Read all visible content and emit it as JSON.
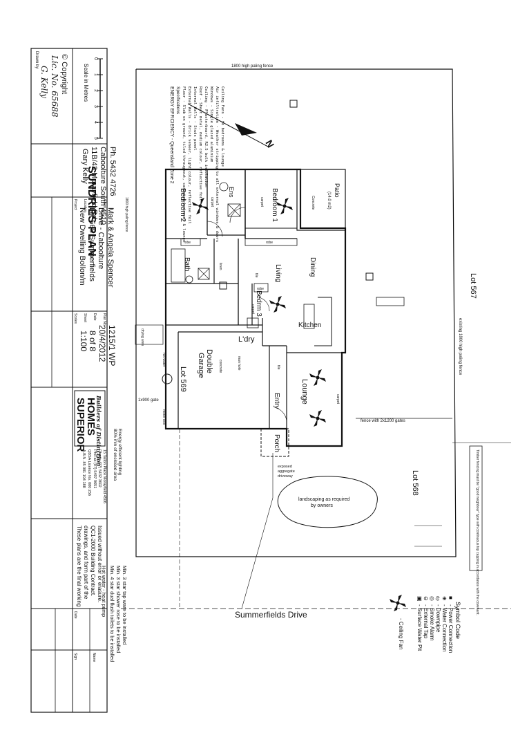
{
  "title_block": {
    "drawn_by_label": "Drawn by",
    "drawn_by": "G. Kelly",
    "lic_no": "Lic. No. 65688",
    "copyright": "© Copyright",
    "designer_name": "Gary Kelly",
    "designer_addr1": "11B/43 Morayfield Rd",
    "designer_addr2": "Caboolture South 4510",
    "designer_phone": "Ph. 5432 4726",
    "scale_label": "Scale in Metres",
    "scale_ticks": [
      "0",
      "1",
      "2",
      "3",
      "4",
      "5"
    ],
    "drawing_title": "SUNDRIES PLAN",
    "project_label": "Project",
    "project": "New Dwelling Bollon/m",
    "location_label": "Location",
    "location1": "Lot 568 Summerfields",
    "location2": "Drive - Caboolture",
    "client_label": "Client",
    "client": "Mark & Angela Spencer",
    "scales_label": "Scales",
    "scale": "1:100",
    "sheet_label": "Sheet",
    "sheet": "8 of 8",
    "date_label": "Date",
    "date": "20/4/2012",
    "plan_no_label": "Plan No.",
    "plan_no": "1215/1 WP",
    "builder1": "SUPERIOR",
    "builder2": "HOMES",
    "builder3": "Builders of Distinction",
    "builder_addr": "15 Tallon Place Morayfield 4506",
    "builder_phone": "Phone (07) 5432 3602",
    "builder_fax": "Ph/Fax (07) 5497 9651",
    "qbsa": "QBSA Licence No. 080 256",
    "abn": "A.B.N. 85 081 194 188",
    "note1": "These plans are the final working",
    "note2": "drawings, and form part of the",
    "note3": "QC1-2000 Building Contract.",
    "note4": "Issued without error or erasure.",
    "sign_label": "Sign",
    "name_label": "Name",
    "date2_label": "Date"
  },
  "energy": {
    "heading": "ENERGY EFFICIENCY - Queensland Zone 2",
    "specs_label": "Specifications",
    "rows": [
      "Floor          - Slab on ground, tiled throughout, carpeted bedrooms & lounge",
      "External Walls - Brick veneer, light colour, reflective foil",
      "Internal Walls - Studs panel",
      "Roof           - Sheet metal, medium colour, reflective foil",
      "Ceiling        - Plasterboard, R2.5 bulk insulation",
      "Windows        - Single glazed aluminium",
      "Air infiltration - Weather stripping to all external windows & doors",
      "Ceiling Fans   - to bedrooms & lounge"
    ]
  },
  "site": {
    "top_fence": "1800 high paling fence",
    "left_fence": "1800 high paling fence",
    "lot_567": "Lot 567",
    "lot_569": "Lot 569",
    "lot_568": "Lot 568",
    "existing_fence": "existing 1800 high paling fence",
    "fence_gates": "fence with 2x1200 gates",
    "gate_900": "1x900 gate",
    "street": "Summerfields Drive",
    "landscaping1": "landscaping as required",
    "landscaping2": "by owners",
    "driveway1": "exposed",
    "driveway2": "aggregate",
    "driveway3": "driveway",
    "drying": "drying area",
    "efficient_lighting1": "Energy efficient lighting",
    "efficient_lighting2": "80% min of enclosed area",
    "timber": "Timber fencing must be \"good neighbour\" type with continuous top capping in accordance with the covenant."
  },
  "rooms": {
    "patio": "Patio",
    "patio_area": "(14.0 m2)",
    "concrete": "Concrete",
    "bed1": "Bedroom 1",
    "bed2": "Bedroom 2",
    "ens": "Ens",
    "bath": "Bath",
    "bed3": "Bedrm 3",
    "dining": "Dining",
    "living": "Living",
    "kitchen": "Kitchen",
    "laundry": "L'dry",
    "garage1": "Double",
    "garage2": "Garage",
    "garage_floor": "concrete",
    "lounge": "Lounge",
    "entry": "Entry",
    "porch": "Porch",
    "carpet": "carpet",
    "tile": "tile",
    "robe": "robe",
    "linen": "linen",
    "hot_water": "hot water",
    "meter_box": "meter box",
    "manhole": "man hole"
  },
  "requirements": [
    "Min. 3 star tap ware to be installed",
    "Min. 3 star shower rose to be installed",
    "Min. 4 star dual flush toilets to be installed",
    "Hot water - heat pump"
  ],
  "legend": {
    "heading": "Symbol Code",
    "items": [
      "- Power Connection",
      "- Water Connection",
      "- Downpipe",
      "- Smoke Alarm",
      "- External Tap",
      "- Surface Water Pit",
      "- Ceiling Fan"
    ],
    "symbols": [
      "■",
      "⊕",
      "dp",
      "◎",
      "⊖",
      "▣",
      "✕"
    ]
  },
  "north": "N"
}
